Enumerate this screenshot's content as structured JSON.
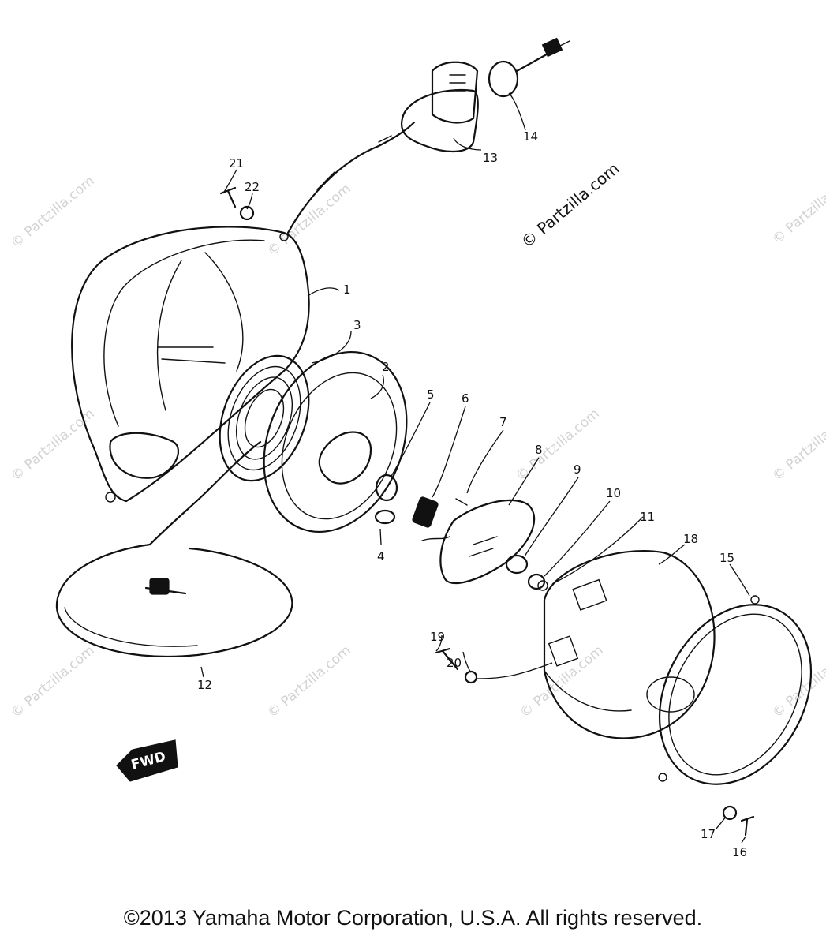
{
  "watermark": {
    "text": "© Partzilla.com",
    "main_text": "© Partzilla.com"
  },
  "callouts": {
    "c1": "1",
    "c2": "2",
    "c3": "3",
    "c4": "4",
    "c5": "5",
    "c6": "6",
    "c7": "7",
    "c8": "8",
    "c9": "9",
    "c10": "10",
    "c11": "11",
    "c12": "12",
    "c13": "13",
    "c14": "14",
    "c15": "15",
    "c16": "16",
    "c17": "17",
    "c18": "18",
    "c19": "19",
    "c20": "20",
    "c21": "21",
    "c22": "22"
  },
  "fwd_label": "FWD",
  "footer": {
    "copyright": "©2013 Yamaha Motor Corporation, U.S.A. All rights reserved."
  }
}
